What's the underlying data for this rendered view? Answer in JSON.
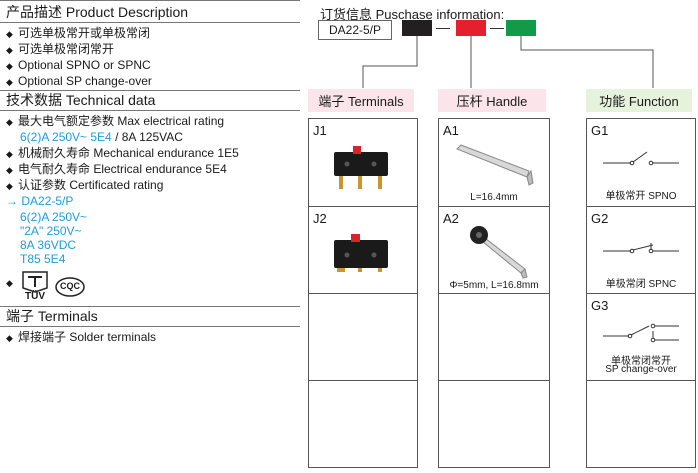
{
  "product_description": {
    "heading": "产品描述 Product Description",
    "bullets": [
      "可选单极常开或单极常闭",
      "可选单极常闭常开",
      "Optional SPNO or SPNC",
      "Optional SP change-over"
    ]
  },
  "technical_data": {
    "heading": "技术数据 Technical data",
    "max_rating_label": "最大电气额定参数 Max electrical rating",
    "max_rating_value_blue": "6(2)A 250V~ 5E4",
    "max_rating_value_rest": "/ 8A  125VAC",
    "mech_endurance": "机械耐久寿命 Mechanical endurance 1E5",
    "elec_endurance": "电气耐久寿命 Electrical endurance 5E4",
    "cert_label": "认证参数 Certificated rating",
    "cert_model": "DA22-5/P",
    "cert_lines": [
      "6(2)A  250V~",
      "\"2A\"  250V~",
      "8A   36VDC",
      "T85     5E4"
    ],
    "logos": [
      "TÜV",
      "CQC"
    ]
  },
  "terminals": {
    "heading": "端子 Terminals",
    "bullets": [
      "焊接端子 Solder terminals"
    ]
  },
  "order_info": {
    "title": "订货信息 Puschase information:",
    "model": "DA22-5/P",
    "colors": {
      "black": "#231f20",
      "red": "#e5202e",
      "green": "#119a48"
    },
    "headers": {
      "terminals": "端子 Terminals",
      "handle": "压杆 Handle",
      "function": "功能  Function"
    },
    "terminals_cells": [
      {
        "id": "J1"
      },
      {
        "id": "J2"
      }
    ],
    "handle_cells": [
      {
        "id": "A1",
        "caption": "L=16.4mm"
      },
      {
        "id": "A2",
        "caption": "Φ=5mm, L=16.8mm"
      }
    ],
    "function_cells": [
      {
        "id": "G1",
        "caption": "单极常开 SPNO"
      },
      {
        "id": "G2",
        "caption": "单极常闭 SPNC"
      },
      {
        "id": "G3",
        "caption1": "单极常闭常开",
        "caption2": "SP change-over"
      }
    ]
  }
}
